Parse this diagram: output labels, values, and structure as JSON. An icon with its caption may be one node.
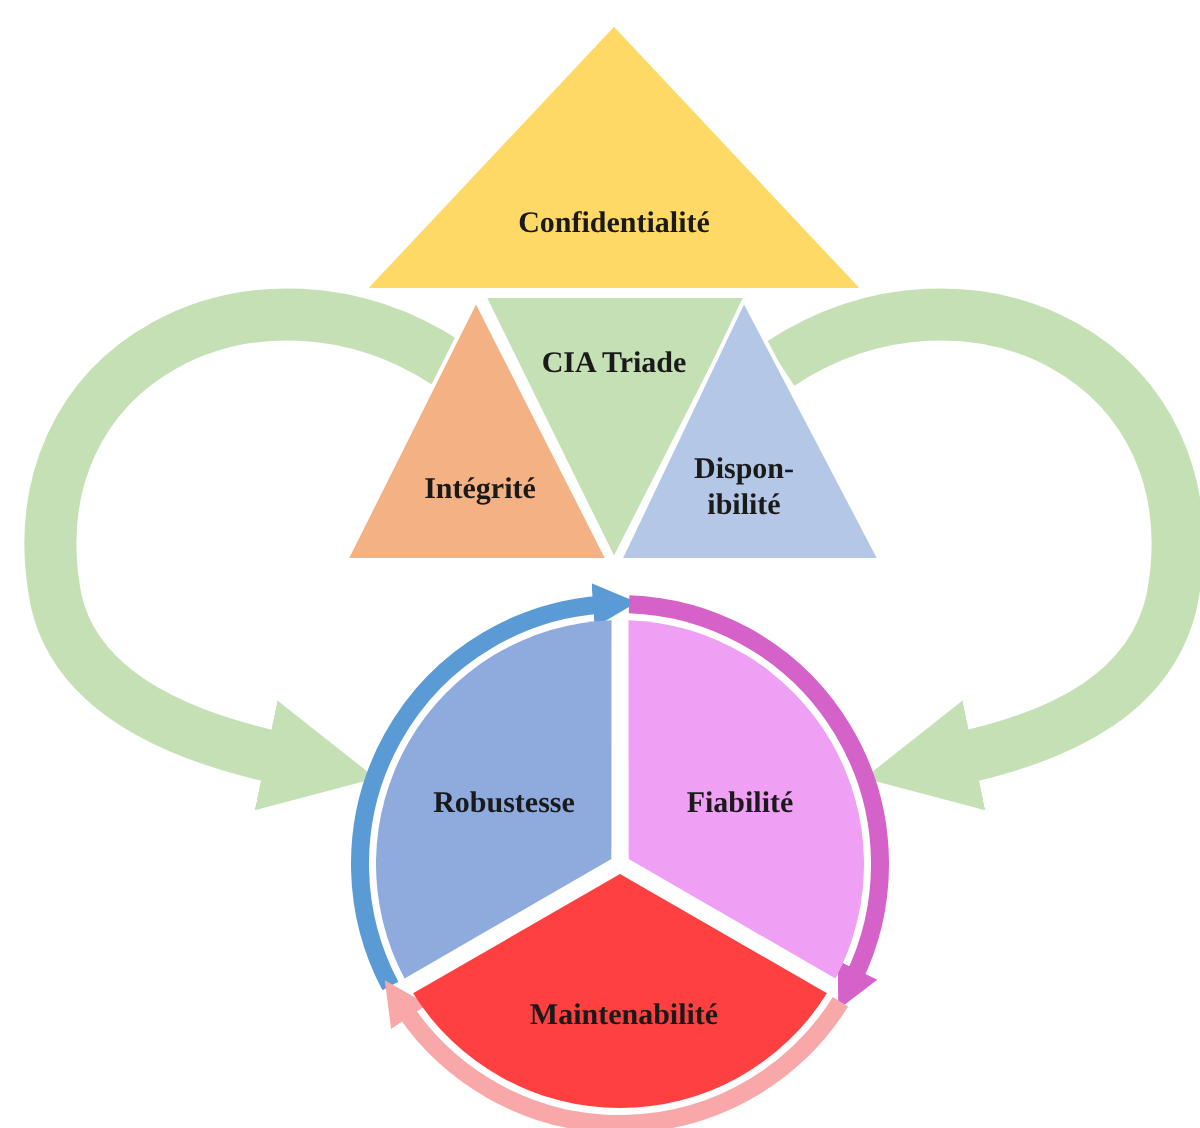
{
  "diagram": {
    "nodes": [
      {
        "text": [
          "Confidentialité"
        ]
      },
      {
        "text": [
          "CIA Triade"
        ]
      },
      {
        "text": [
          "Intégrité"
        ]
      },
      {
        "text": [
          "Dispon- ibilité"
        ]
      },
      {
        "text": [
          "Robustesse"
        ]
      },
      {
        "text": [
          "Fiabilité"
        ]
      },
      {
        "text": [
          "Maintenabilité"
        ]
      }
    ],
    "edges": [
      {
        "from": 2,
        "to": 4,
        "arrow": "to",
        "style": "thick",
        "color": "#c5e0b4"
      },
      {
        "from": 3,
        "to": 5,
        "arrow": "to",
        "style": "thick",
        "color": "#c5e0b4"
      },
      {
        "from": 4,
        "to": 5,
        "arrow": "to",
        "color": "#5b9bd5"
      },
      {
        "from": 5,
        "to": 6,
        "arrow": "to",
        "color": "#d462c8"
      },
      {
        "from": 6,
        "to": 4,
        "arrow": "to",
        "color": "#f8a8a8"
      }
    ]
  }
}
